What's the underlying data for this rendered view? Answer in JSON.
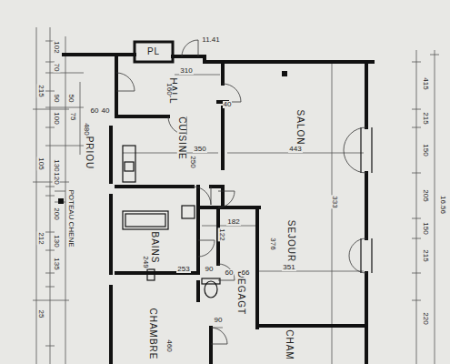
{
  "diagram": {
    "labels": [
      "PL",
      "HALL",
      "CUISINE",
      "SALON",
      "SEJOUR",
      "BAINS",
      "DEGAGT",
      "CHAMBRE",
      "CHAM",
      "PRIOU",
      "POTEAU CHENE",
      "310",
      "160",
      "40",
      "350",
      "443",
      "333",
      "182",
      "122",
      "376",
      "351",
      "249",
      "253",
      "90",
      "60",
      "66",
      "460",
      "90",
      "250",
      "102",
      "70",
      "215",
      "90",
      "50",
      "75",
      "100",
      "40",
      "60",
      "480",
      "130",
      "105",
      "120",
      "200",
      "130",
      "135",
      "25",
      "212",
      "415",
      "215",
      "150",
      "205",
      "150",
      "215",
      "220",
      "16.56",
      "11.41"
    ]
  }
}
